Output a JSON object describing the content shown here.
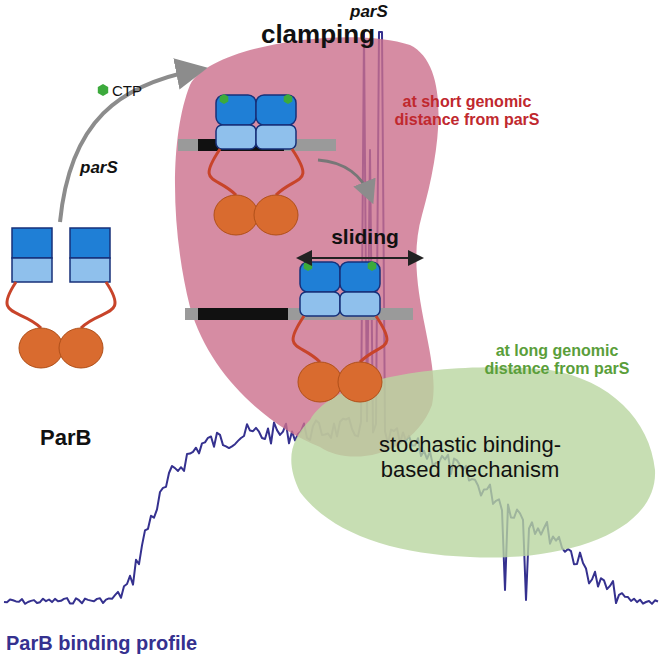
{
  "diagram": {
    "nodes": [
      {
        "text": [
          "clamping",
          "at short genomic distance from parS",
          "sliding"
        ]
      },
      {
        "text": [
          "at long genomic distance from parS",
          "stochastic binding-based mechanism"
        ]
      }
    ],
    "labels": [
      "parS",
      "CTP",
      "parS",
      "ParB",
      "ParB binding profile"
    ]
  }
}
